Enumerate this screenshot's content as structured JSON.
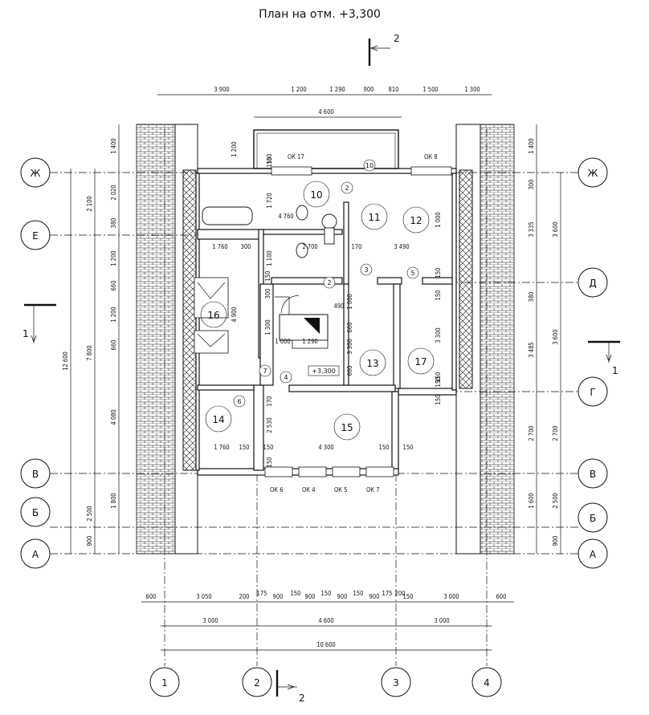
{
  "title": "План на отм. +3,300",
  "section_mark": "2",
  "side_section_mark": "1",
  "axes_letters": [
    "Ж",
    "Е",
    "Д",
    "Г",
    "В",
    "Б",
    "А"
  ],
  "axes_numbers": [
    "1",
    "2",
    "3",
    "4"
  ],
  "rooms": [
    "10",
    "11",
    "12",
    "13",
    "14",
    "15",
    "16",
    "17"
  ],
  "level_mark": "+3,300",
  "windows": [
    "ОК 17",
    "ОК 8",
    "ОК 6",
    "ОК 4",
    "ОК 5",
    "ОК 7"
  ],
  "door_marks": [
    "2",
    "2",
    "3",
    "4",
    "5",
    "6",
    "7",
    "10"
  ],
  "top_dims_row1": [
    "3 900",
    "1 200",
    "1 290",
    "900",
    "810",
    "1 500",
    "1 300"
  ],
  "top_dims_row2": [
    "4 600"
  ],
  "bottom_dims_row1": [
    "600",
    "3 050",
    "200",
    "175",
    "900",
    "150",
    "900",
    "150",
    "900",
    "150",
    "900",
    "175",
    "200",
    "150",
    "3 000",
    "600"
  ],
  "bottom_dims_row2": [
    "3 000",
    "4 600",
    "3 000"
  ],
  "bottom_dims_row3": [
    "10 600"
  ],
  "left_dims_outer": [
    "12 600"
  ],
  "left_dims_mid": [
    "2 100",
    "7 800",
    "2 500"
  ],
  "left_dims_inner": [
    "1 400",
    "2 020",
    "380",
    "1 200",
    "660",
    "1 200",
    "660",
    "4 080",
    "1 800",
    "900"
  ],
  "right_dims_inner": [
    "1 400",
    "300",
    "3 335",
    "380",
    "3 485",
    "2 700",
    "1 600",
    "900"
  ],
  "right_dims_outer": [
    "3 600",
    "3 600",
    "2 700",
    "2 500"
  ],
  "interior_dims": [
    "1 200",
    "150",
    "1 720",
    "4 760",
    "1 760",
    "300",
    "2 700",
    "170",
    "3 490",
    "1 100",
    "150",
    "150",
    "300",
    "490",
    "1 300",
    "1 000",
    "1 290",
    "660",
    "1 000",
    "660",
    "3 300",
    "1 000",
    "3 300",
    "150",
    "150",
    "4 900",
    "170",
    "2 530",
    "1 760",
    "150",
    "150",
    "4 300",
    "150",
    "150",
    "150",
    "150",
    "150",
    "150"
  ]
}
